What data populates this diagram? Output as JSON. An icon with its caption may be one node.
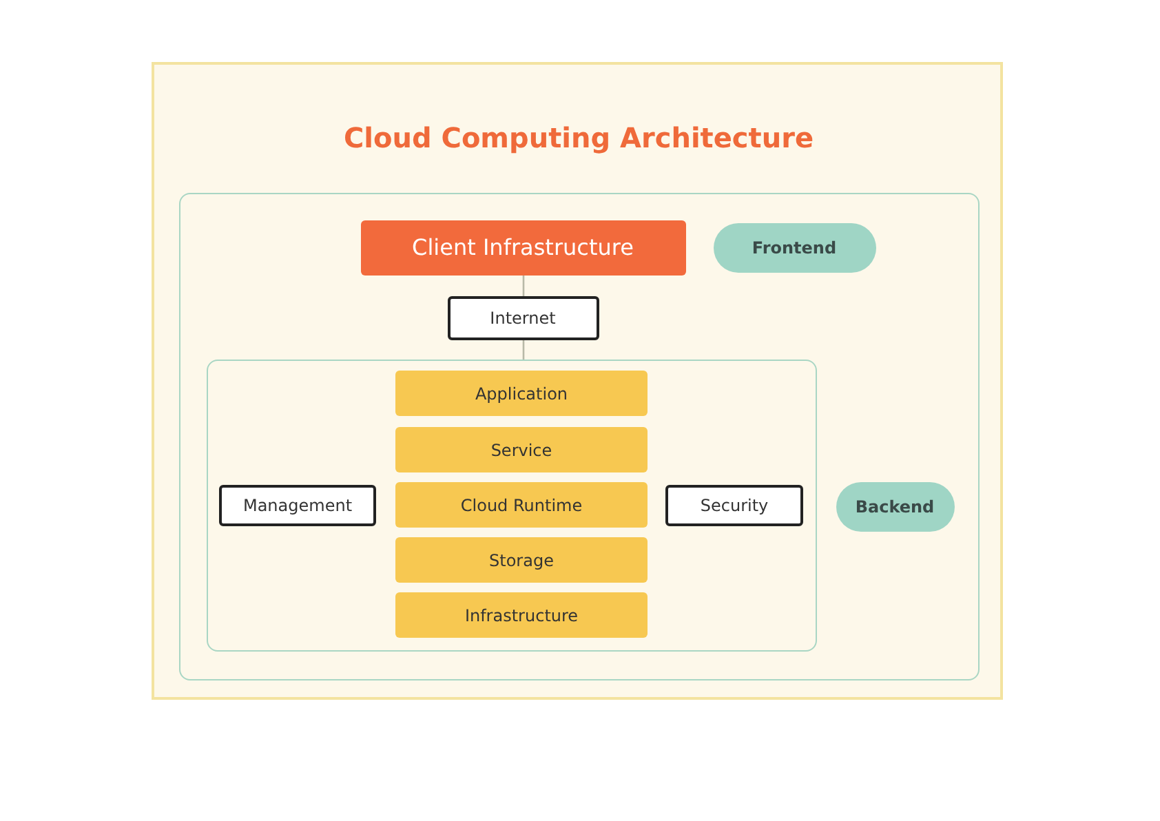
{
  "diagram": {
    "title": "Cloud Computing Architecture",
    "nodes": [
      {
        "text": [],
        "shape": "box"
      },
      {
        "text": [
          "Client Infrastructure"
        ],
        "in": 0
      },
      {
        "text": [
          "Frontend"
        ],
        "in": 0
      },
      {
        "text": [
          "Internet"
        ],
        "in": 0
      },
      {
        "text": [],
        "shape": "box",
        "in": 0
      },
      {
        "text": [
          "Application"
        ],
        "in": 4
      },
      {
        "text": [
          "Service"
        ],
        "in": 4
      },
      {
        "text": [
          "Cloud Runtime"
        ],
        "in": 4
      },
      {
        "text": [
          "Storage"
        ],
        "in": 4
      },
      {
        "text": [
          "Infrastructure"
        ],
        "in": 4
      },
      {
        "text": [
          "Management"
        ],
        "in": 4
      },
      {
        "text": [
          "Security"
        ],
        "in": 4
      },
      {
        "text": [
          "Backend"
        ],
        "in": 0
      }
    ],
    "edges": [
      {
        "from": 1,
        "to": 3,
        "arrow": "none"
      },
      {
        "from": 3,
        "to": 4,
        "arrow": "none"
      }
    ]
  }
}
